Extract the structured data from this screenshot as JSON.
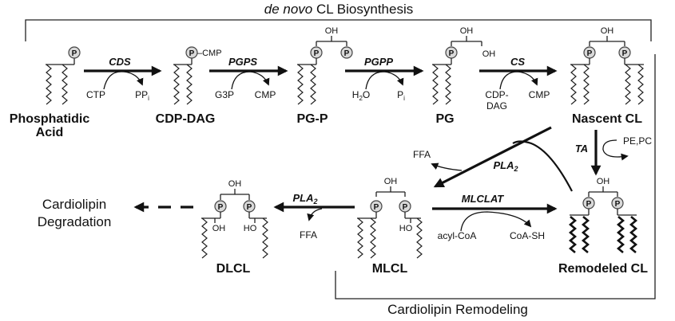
{
  "sections": {
    "biosynthesis_title": {
      "italic": "de novo",
      "rest": " CL Biosynthesis"
    },
    "remodeling_title": "Cardiolipin Remodeling"
  },
  "molecules": {
    "phosphatidic_acid": {
      "line1": "Phosphatidic",
      "line2": "Acid"
    },
    "cdp_dag": "CDP-DAG",
    "pg_p": "PG-P",
    "pg": "PG",
    "nascent_cl": "Nascent CL",
    "remodeled_cl": "Remodeled CL",
    "mlcl": "MLCL",
    "dlcl": "DLCL",
    "degradation": {
      "line1": "Cardiolipin",
      "line2": "Degradation"
    }
  },
  "groups": {
    "phosphate": "P",
    "hydroxyl": "OH",
    "hydroxyl_rev": "HO",
    "cmp_tag": "–CMP"
  },
  "reactions": [
    {
      "id": "cds",
      "enzyme": "CDS",
      "substrate": "CTP",
      "product": "PP",
      "product_sub": "i"
    },
    {
      "id": "pgps",
      "enzyme": "PGPS",
      "substrate": "G3P",
      "product": "CMP"
    },
    {
      "id": "pgpp",
      "enzyme": "PGPP",
      "substrate": "H",
      "substrate_sub": "2",
      "substrate_tail": "O",
      "product": "P",
      "product_sub": "i"
    },
    {
      "id": "cs",
      "enzyme": "CS",
      "substrate_line1": "CDP-",
      "substrate_line2": "DAG",
      "product": "CMP"
    },
    {
      "id": "ta",
      "enzyme": "TA",
      "cosubstrate": "PE,PC"
    },
    {
      "id": "pla2_remodel",
      "enzyme": "PLA",
      "enzyme_sub": "2",
      "product": "FFA"
    },
    {
      "id": "mlclat",
      "enzyme": "MLCLAT",
      "substrate": "acyl-CoA",
      "product": "CoA-SH"
    },
    {
      "id": "pla2_degrade",
      "enzyme": "PLA",
      "enzyme_sub": "2",
      "product": "FFA"
    }
  ]
}
